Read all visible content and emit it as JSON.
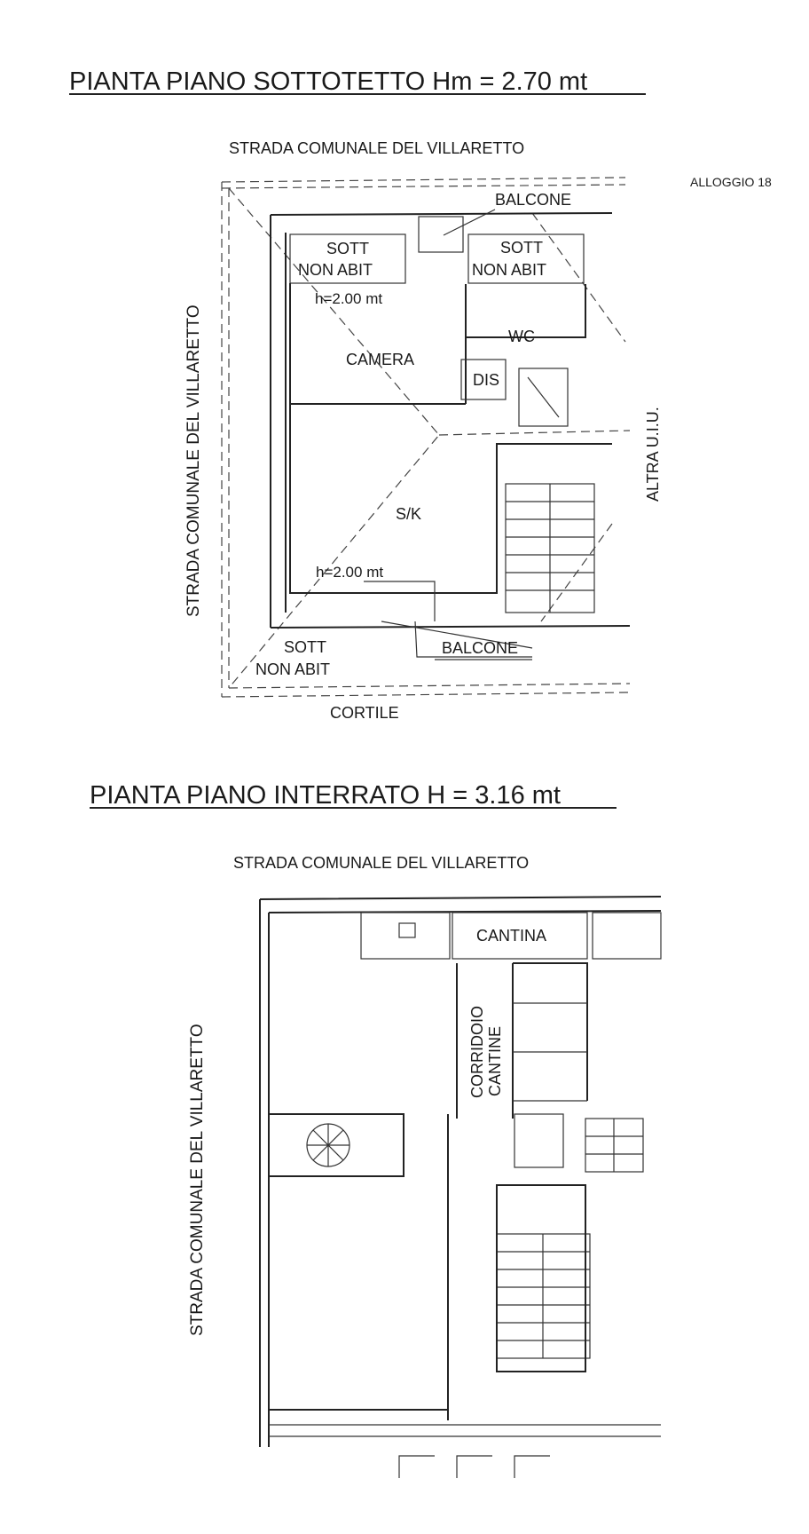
{
  "top_plan": {
    "title": "PIANTA PIANO SOTTOTETTO Hm = 2.70 mt",
    "street_top": "STRADA COMUNALE DEL VILLARETTO",
    "street_left": "STRADA COMUNALE DEL VILLARETTO",
    "right_label": "ALTRA U.I.U.",
    "bottom_label": "CORTILE",
    "unit_tag": "ALLOGGIO 18",
    "rooms": {
      "balcone_top": "BALCONE",
      "sott_left_1": "SOTT",
      "sott_left_2": "NON ABIT",
      "sott_right_1": "SOTT",
      "sott_right_2": "NON ABIT",
      "height_1": "h=2.00 mt",
      "camera": "CAMERA",
      "wc": "WC",
      "dis": "DIS",
      "sk": "S/K",
      "height_2": "h=2.00 mt",
      "sott_bottom_1": "SOTT",
      "sott_bottom_2": "NON ABIT",
      "balcone_bottom": "BALCONE"
    }
  },
  "bottom_plan": {
    "title": "PIANTA PIANO INTERRATO H = 3.16 mt",
    "street_top": "STRADA COMUNALE DEL VILLARETTO",
    "street_left": "STRADA COMUNALE DEL VILLARETTO",
    "rooms": {
      "cantina": "CANTINA",
      "corridoio_1": "CORRIDOIO",
      "corridoio_2": "CANTINE"
    }
  }
}
